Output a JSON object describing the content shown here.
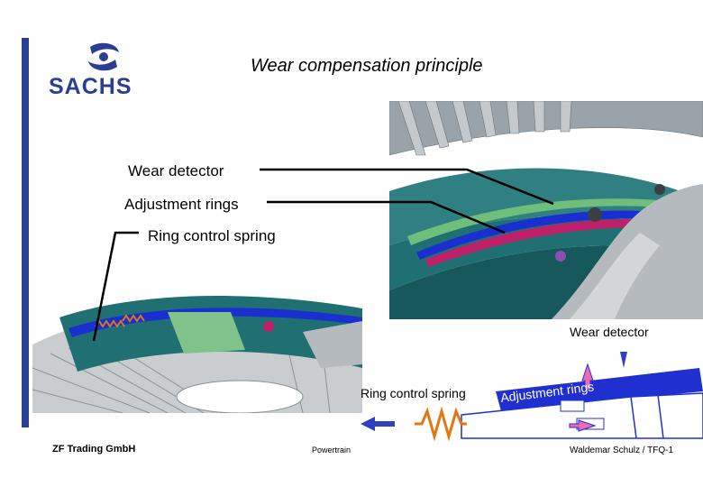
{
  "header": {
    "logo_text": "SACHS",
    "title": "Wear compensation principle"
  },
  "callouts": {
    "wear_detector": "Wear detector",
    "adjustment_rings": "Adjustment rings",
    "ring_control_spring": "Ring control spring"
  },
  "diagram": {
    "wear_detector": "Wear detector",
    "ring_control_spring": "Ring control spring",
    "adjustment_rings": "Adjustment rings"
  },
  "footer": {
    "company": "ZF Trading GmbH",
    "division": "Powertrain",
    "author": "Waldemar Schulz / TFQ-1"
  },
  "colors": {
    "accent_blue": "#2a3f94",
    "housing_teal": "#1f6f73",
    "ring_blue": "#1a2fd0",
    "ring_magenta": "#c0206a",
    "spring_orange": "#e07810",
    "arrow_pink": "#f06ab0"
  }
}
